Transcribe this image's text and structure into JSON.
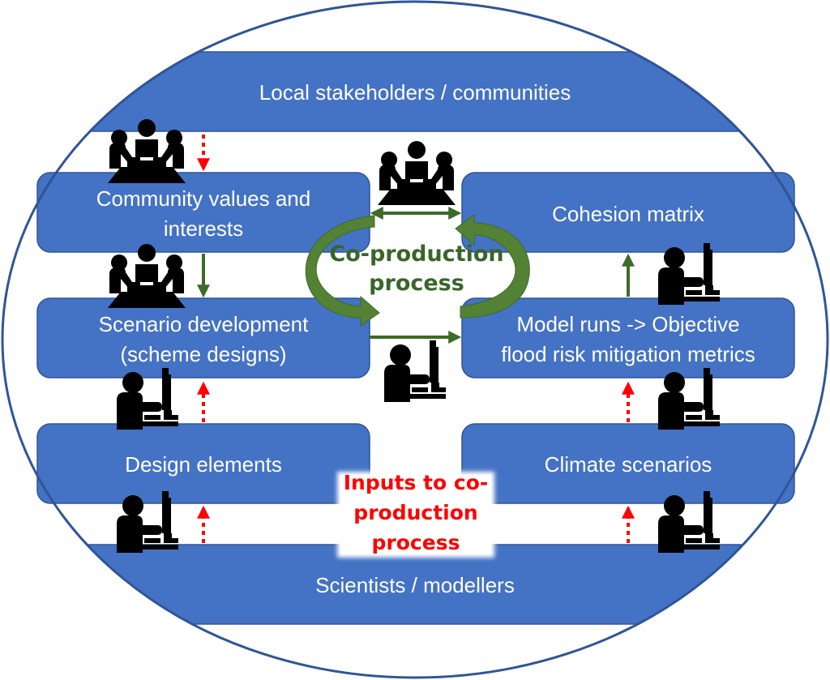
{
  "colors": {
    "box_fill": "#4472c4",
    "box_stroke": "#2f5597",
    "ellipse_stroke": "#2f5597",
    "green_arrow": "#3d6b2a",
    "green_curve": "#548235",
    "red_arrow": "#ff0000",
    "icon": "#000000"
  },
  "bands": {
    "top": {
      "label": "Local stakeholders / communities"
    },
    "bottom": {
      "label": "Scientists / modellers"
    }
  },
  "boxes": {
    "community_values": {
      "lines": [
        "Community values and",
        "interests"
      ]
    },
    "scenario_development": {
      "lines": [
        "Scenario development",
        "(scheme designs)"
      ]
    },
    "design_elements": {
      "lines": [
        "Design elements"
      ]
    },
    "cohesion_matrix": {
      "lines": [
        "Cohesion matrix"
      ]
    },
    "model_runs": {
      "lines": [
        "Model runs -> Objective",
        "flood risk mitigation metrics"
      ]
    },
    "climate_scenarios": {
      "lines": [
        "Climate scenarios"
      ]
    }
  },
  "center": {
    "coproduction": {
      "lines": [
        "Co-production",
        "process"
      ]
    },
    "inputs": {
      "lines": [
        "Inputs to co-",
        "production",
        "process"
      ]
    }
  },
  "icons": {
    "meeting": "meeting-table-icon",
    "computer_user": "computer-user-icon"
  }
}
